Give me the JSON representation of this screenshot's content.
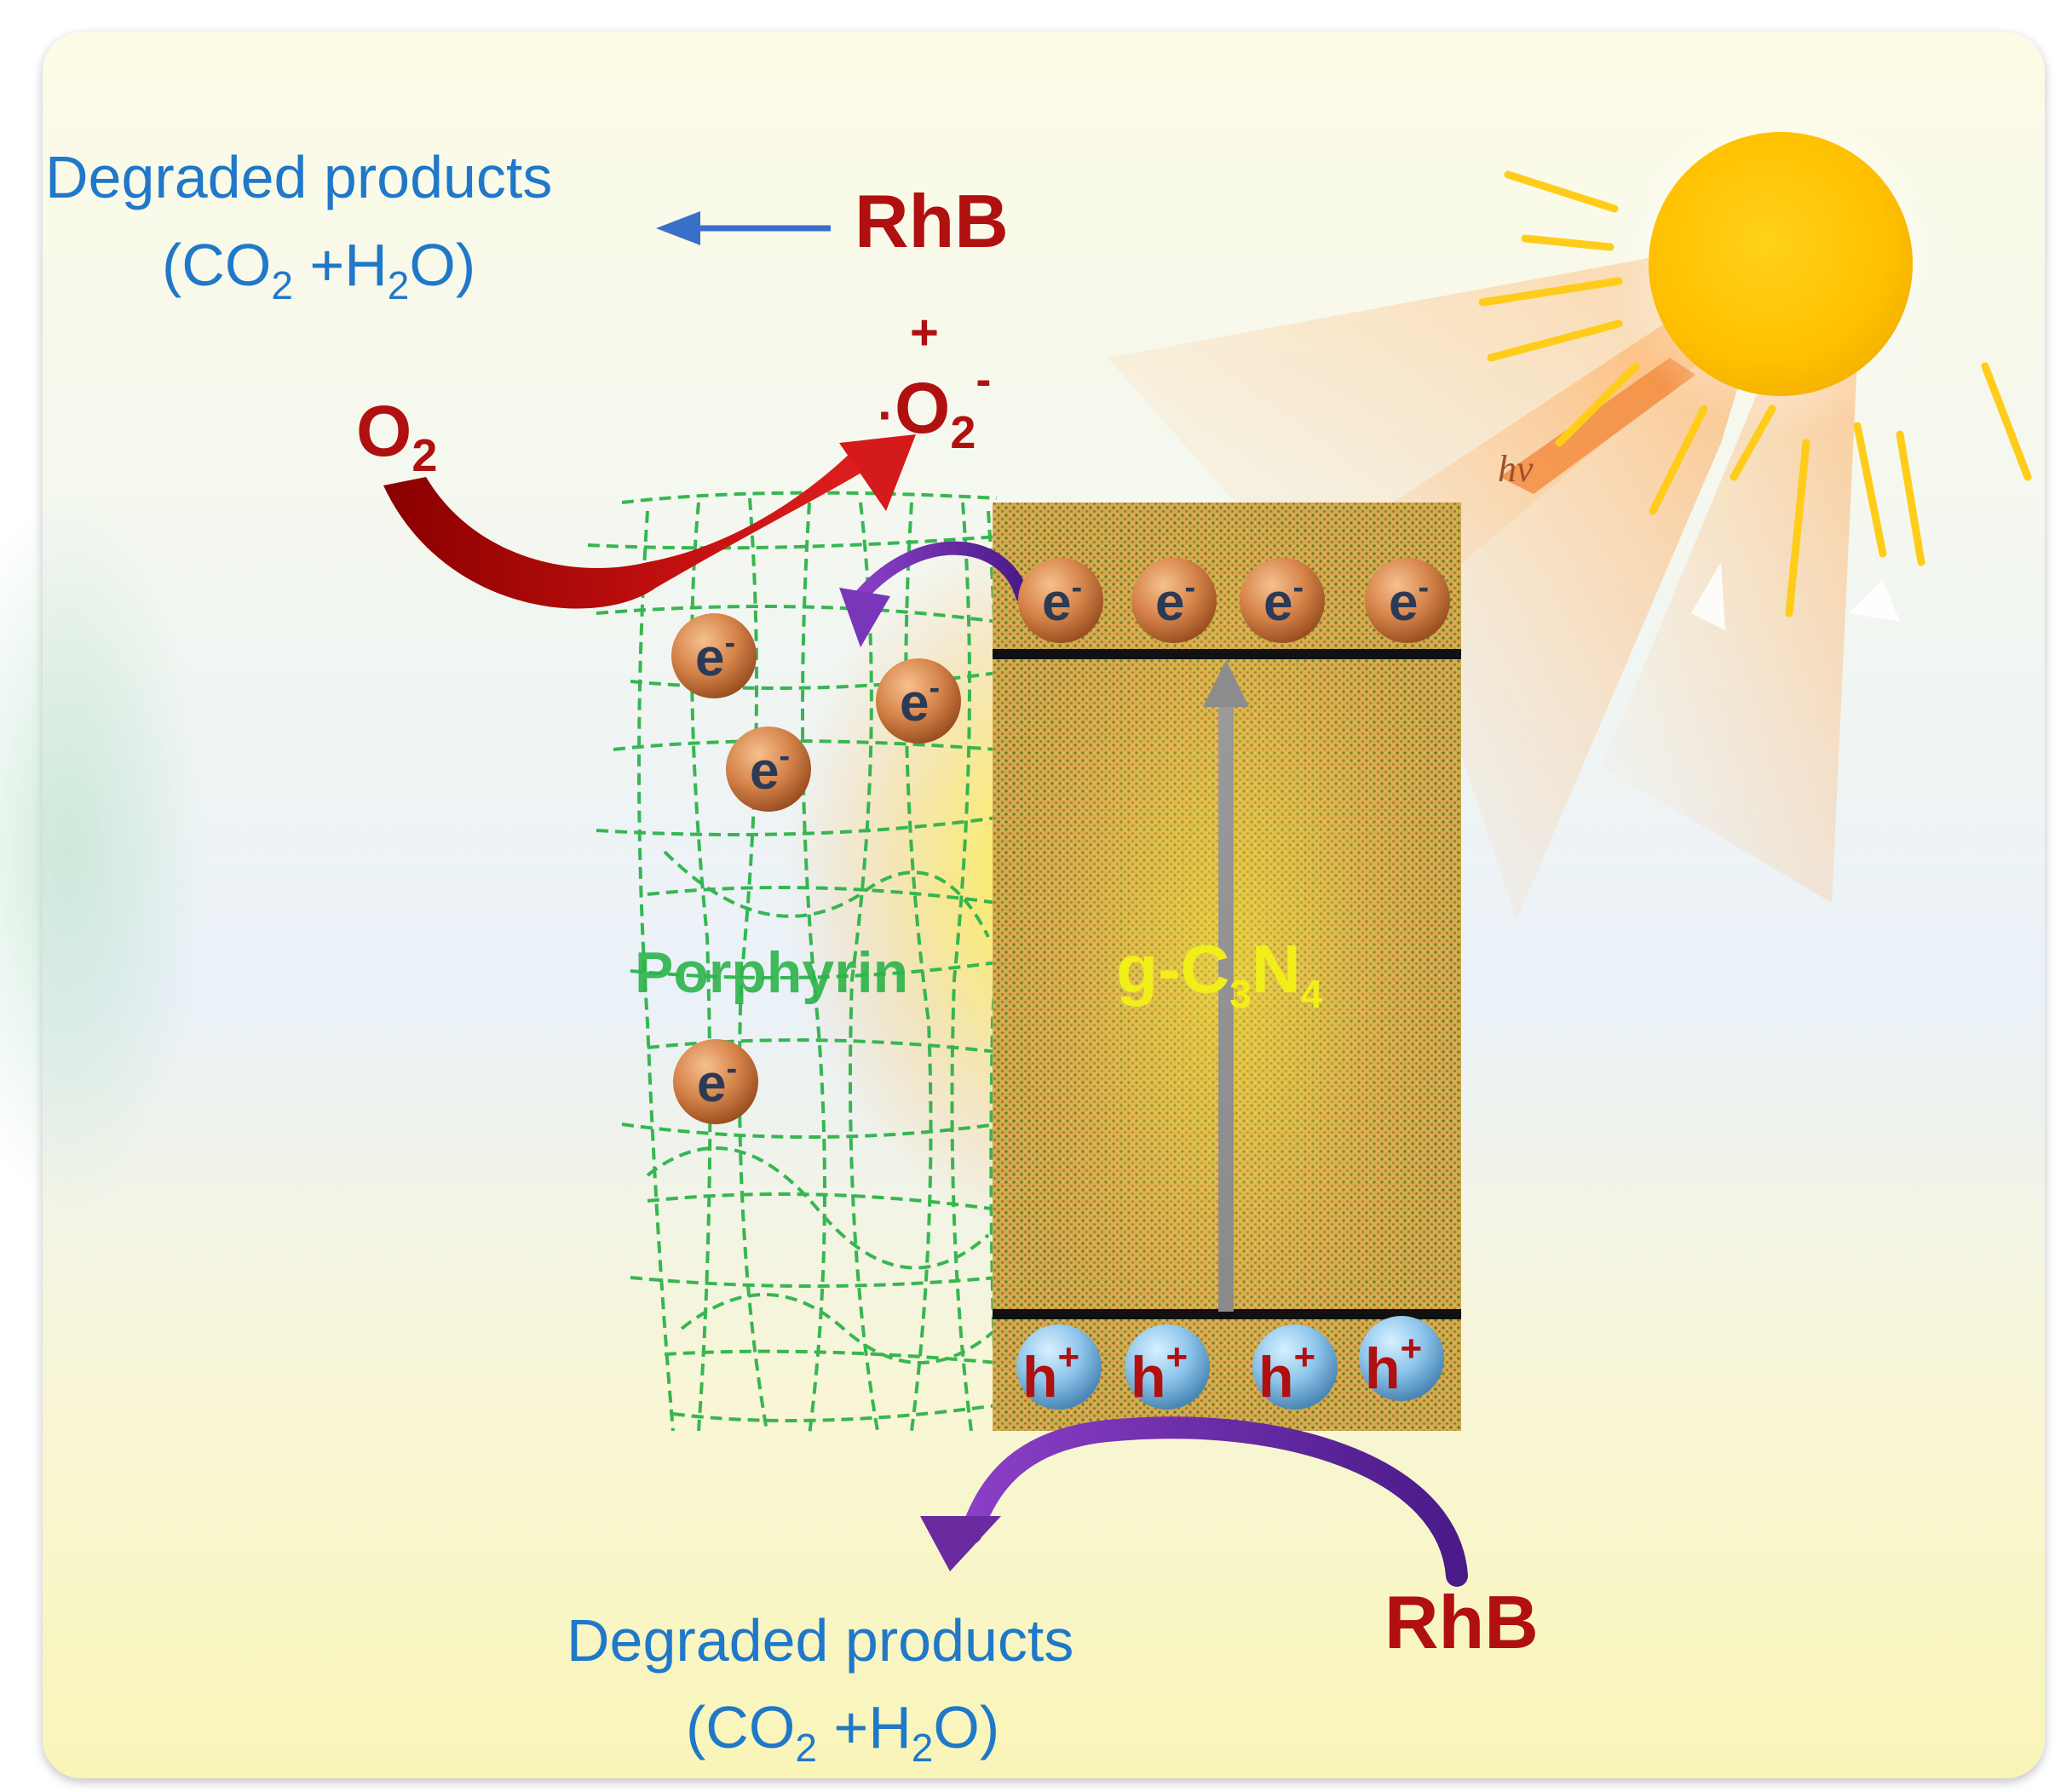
{
  "top_products": {
    "line1": "Degraded products",
    "line2_open": "(CO",
    "line2_sub": "2",
    "line2_mid": " +H",
    "line2_sub2": "2",
    "line2_close": "O)"
  },
  "bottom_products": {
    "line1": "Degraded products",
    "line2_open": "(CO",
    "line2_sub": "2",
    "line2_mid": " +H",
    "line2_sub2": "2",
    "line2_close": "O)"
  },
  "rhb_top": "RhB",
  "rhb_bottom": "RhB",
  "oxygen": {
    "symbol": "O",
    "sub": "2"
  },
  "superoxide": {
    "dot": "·",
    "symbol": "O",
    "sub": "2",
    "sup": "-",
    "plus": "+"
  },
  "hv": "hv",
  "porphyrin_label": "Porphyrin",
  "gcn_label": {
    "a": "g-C",
    "sub1": "3",
    "b": "N",
    "sub2": "4"
  },
  "electron": {
    "symbol": "e",
    "charge": "-"
  },
  "hole": {
    "symbol": "h",
    "charge": "+"
  },
  "colors": {
    "product_blue": "#1f78c8",
    "rhb_red": "#b01010",
    "porphyrin_green": "#2db34a",
    "gcn_yellow": "#f2ee1a",
    "sun": "#ffc400",
    "arrow_purple": "#6a2aa0"
  }
}
